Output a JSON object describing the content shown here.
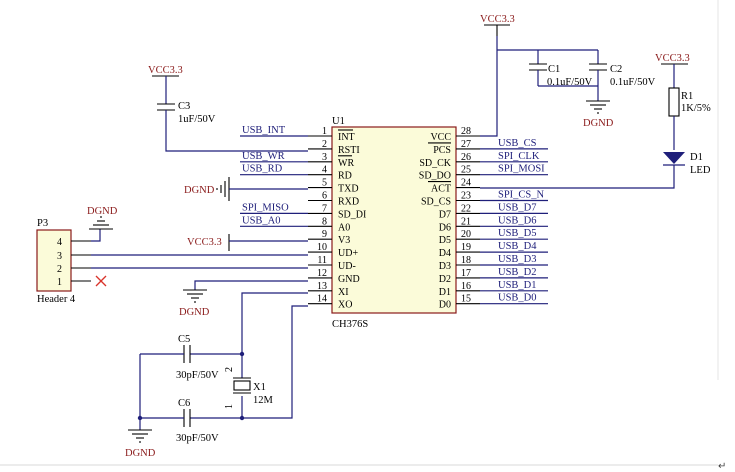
{
  "power": {
    "vcc": "VCC3.3",
    "gnd": "DGND"
  },
  "u1": {
    "ref": "U1",
    "part": "CH376S",
    "left_pins": [
      {
        "num": "1",
        "name": "INT",
        "net": "USB_INT"
      },
      {
        "num": "2",
        "name": "RSTI",
        "net": ""
      },
      {
        "num": "3",
        "name": "WR",
        "net": "USB_WR"
      },
      {
        "num": "4",
        "name": "RD",
        "net": "USB_RD"
      },
      {
        "num": "5",
        "name": "TXD",
        "net": ""
      },
      {
        "num": "6",
        "name": "RXD",
        "net": ""
      },
      {
        "num": "7",
        "name": "SD_DI",
        "net": "SPI_MISO"
      },
      {
        "num": "8",
        "name": "A0",
        "net": "USB_A0"
      },
      {
        "num": "9",
        "name": "V3",
        "net": ""
      },
      {
        "num": "10",
        "name": "UD+",
        "net": ""
      },
      {
        "num": "11",
        "name": "UD-",
        "net": ""
      },
      {
        "num": "12",
        "name": "GND",
        "net": ""
      },
      {
        "num": "13",
        "name": "XI",
        "net": ""
      },
      {
        "num": "14",
        "name": "XO",
        "net": ""
      }
    ],
    "right_pins": [
      {
        "num": "28",
        "name": "VCC",
        "net": ""
      },
      {
        "num": "27",
        "name": "PCS",
        "net": "USB_CS"
      },
      {
        "num": "26",
        "name": "SD_CK",
        "net": "SPI_CLK"
      },
      {
        "num": "25",
        "name": "SD_DO",
        "net": "SPI_MOSI"
      },
      {
        "num": "24",
        "name": "ACT",
        "net": ""
      },
      {
        "num": "23",
        "name": "SD_CS",
        "net": "SPI_CS_N"
      },
      {
        "num": "22",
        "name": "D7",
        "net": "USB_D7"
      },
      {
        "num": "21",
        "name": "D6",
        "net": "USB_D6"
      },
      {
        "num": "20",
        "name": "D5",
        "net": "USB_D5"
      },
      {
        "num": "19",
        "name": "D4",
        "net": "USB_D4"
      },
      {
        "num": "18",
        "name": "D3",
        "net": "USB_D3"
      },
      {
        "num": "17",
        "name": "D2",
        "net": "USB_D2"
      },
      {
        "num": "16",
        "name": "D1",
        "net": "USB_D1"
      },
      {
        "num": "15",
        "name": "D0",
        "net": "USB_D0"
      }
    ]
  },
  "c1": {
    "ref": "C1",
    "value": "0.1uF/50V"
  },
  "c2": {
    "ref": "C2",
    "value": "0.1uF/50V"
  },
  "c3": {
    "ref": "C3",
    "value": "1uF/50V"
  },
  "c5": {
    "ref": "C5",
    "value": "30pF/50V"
  },
  "c6": {
    "ref": "C6",
    "value": "30pF/50V"
  },
  "r1": {
    "ref": "R1",
    "value": "1K/5%"
  },
  "d1": {
    "ref": "D1",
    "value": "LED"
  },
  "x1": {
    "ref": "X1",
    "value": "12M",
    "pin1": "1",
    "pin2": "2"
  },
  "p3": {
    "ref": "P3",
    "part": "Header 4",
    "pins": [
      "4",
      "3",
      "2",
      "1"
    ]
  },
  "corner_mark": "↵"
}
